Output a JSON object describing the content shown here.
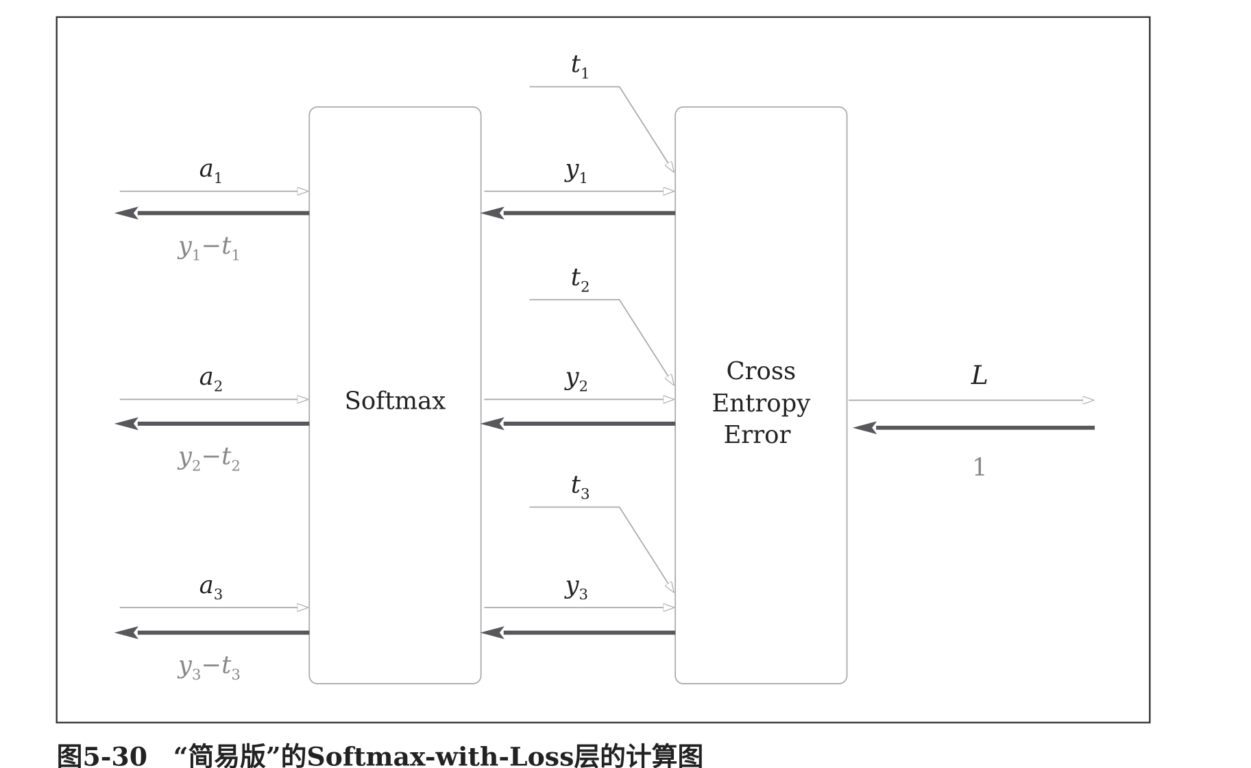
{
  "nodes": {
    "softmax": "Softmax",
    "cross_entropy": [
      "Cross",
      "Entropy",
      "Error"
    ]
  },
  "inputs": [
    {
      "a": "a",
      "sub": "1",
      "y": "y",
      "t": "t",
      "grad_y": "y",
      "grad_t": "t",
      "minus": "−"
    },
    {
      "a": "a",
      "sub": "2",
      "y": "y",
      "t": "t",
      "grad_y": "y",
      "grad_t": "t",
      "minus": "−"
    },
    {
      "a": "a",
      "sub": "3",
      "y": "y",
      "t": "t",
      "grad_y": "y",
      "grad_t": "t",
      "minus": "−"
    }
  ],
  "output": {
    "label": "L",
    "gradient": "1"
  },
  "caption": "图5-30　“简易版”的Softmax-with-Loss层的计算图",
  "colors": {
    "thin": "#aaaaaa",
    "thick": "#58585c",
    "frame": "#333333"
  }
}
